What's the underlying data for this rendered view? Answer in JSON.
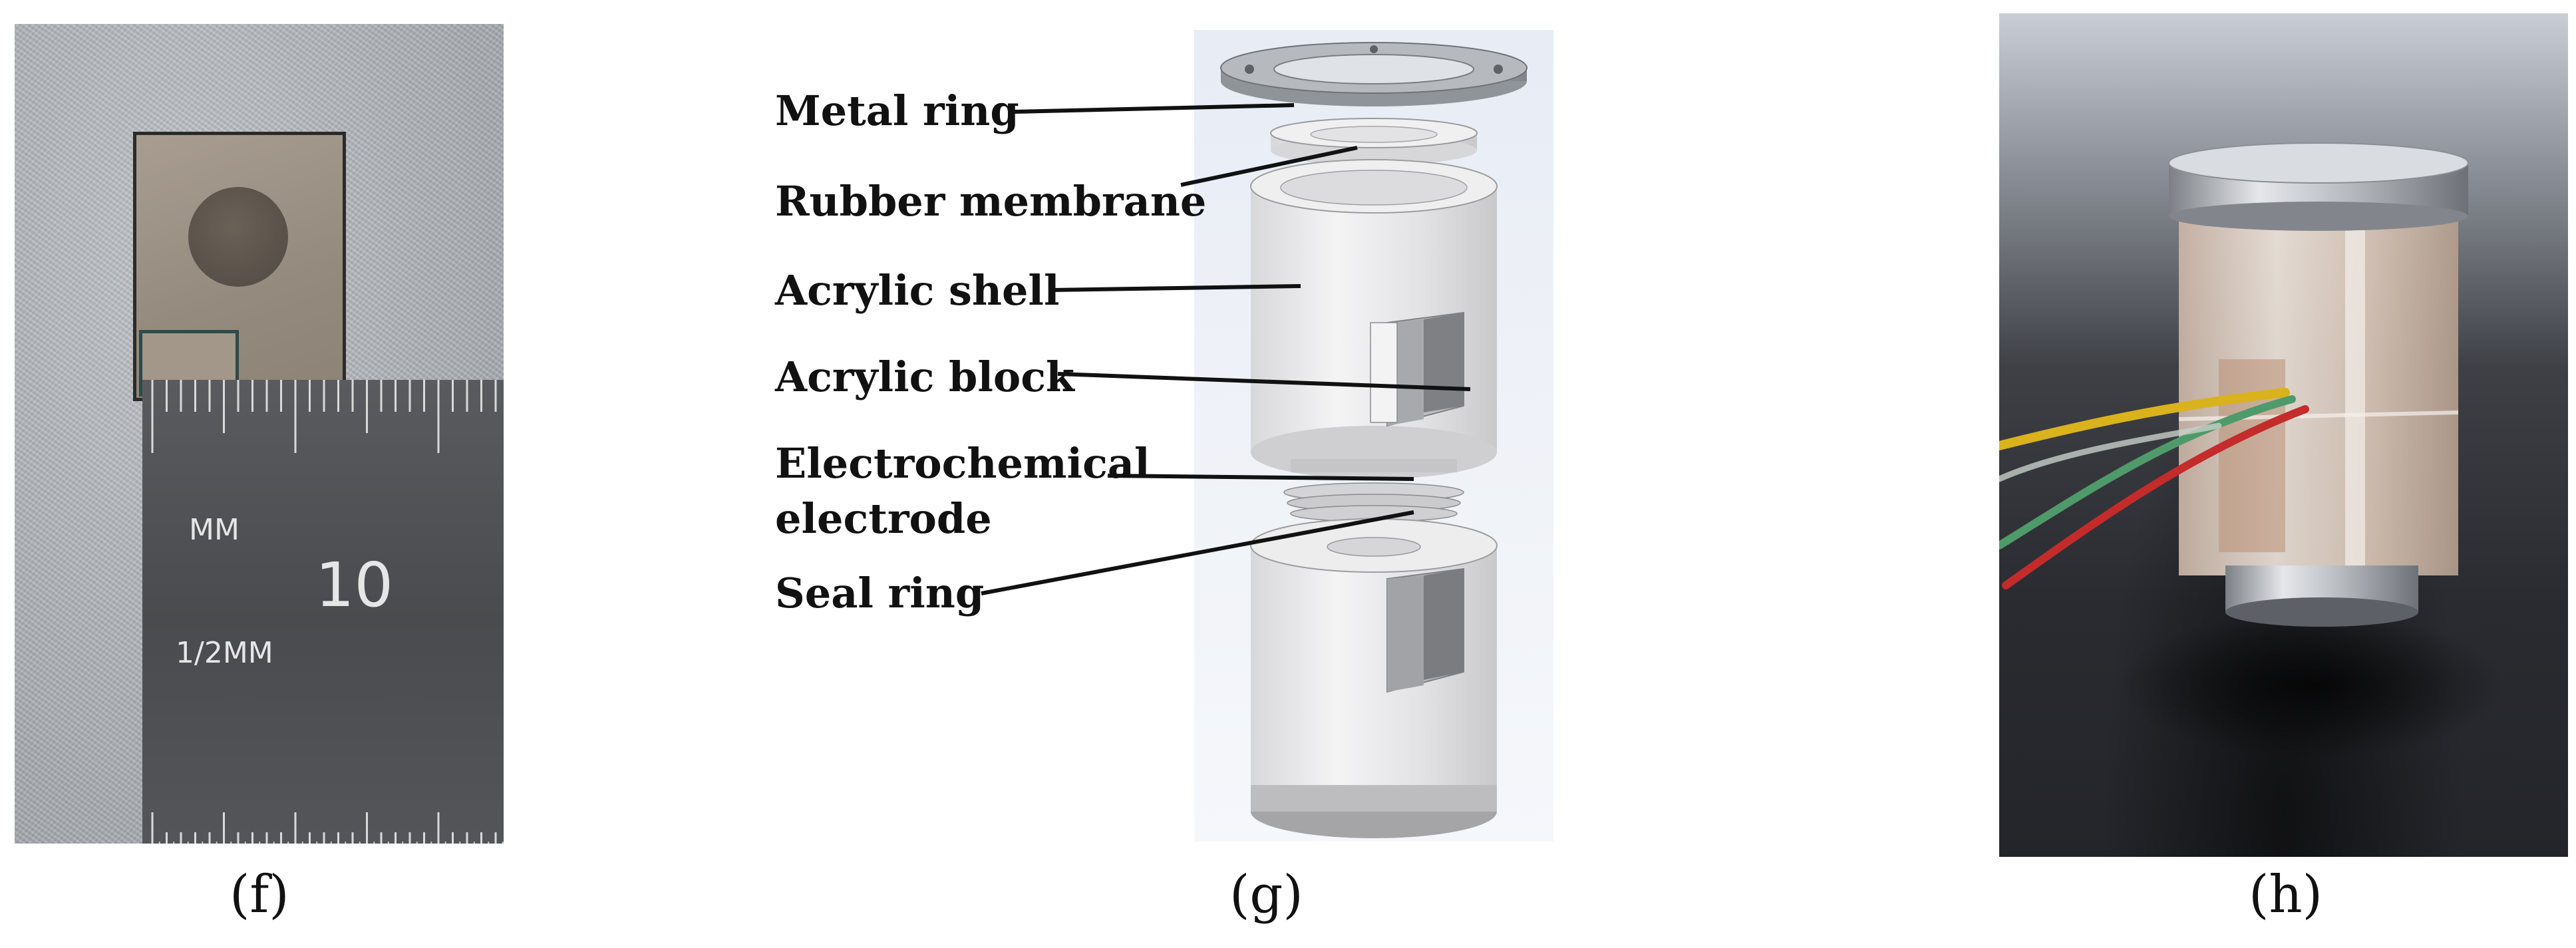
{
  "panels": {
    "f": {
      "caption": "(f)",
      "ruler": {
        "mm_label": "MM",
        "number_label": "10",
        "half_mm_label": "1/2MM"
      }
    },
    "g": {
      "caption": "(g)",
      "labels": {
        "metal_ring": "Metal ring",
        "rubber_membrane": "Rubber membrane",
        "acrylic_shell": "Acrylic shell",
        "acrylic_block": "Acrylic block",
        "electrochemical_line1": "Electrochemical",
        "electrochemical_line2": "electrode",
        "seal_ring": "Seal ring"
      }
    },
    "h": {
      "caption": "(h)"
    }
  },
  "colors": {
    "metal": "#9ea3a9",
    "acrylic": "#e9e9ea",
    "wire_yellow": "#d9b21c",
    "wire_green": "#4f9a6a",
    "wire_red": "#c42b2b"
  }
}
